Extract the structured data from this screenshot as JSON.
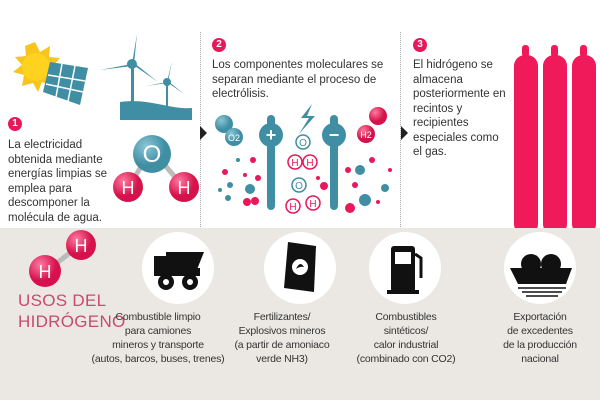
{
  "steps": [
    {
      "number": "1",
      "text": "La electricidad obtenida mediante energías limpias se emplea para descomponer la molécula de agua."
    },
    {
      "number": "2",
      "text": "Los componentes moleculares se separan mediante el proceso de electrólisis."
    },
    {
      "number": "3",
      "text": "El hidrógeno se almacena posteriormente en recintos y recipientes especiales como el gas."
    }
  ],
  "molecule_labels": {
    "oxygen": "O",
    "hydrogen": "H",
    "o2": "O2",
    "h2": "H2",
    "plus": "+",
    "minus": "−"
  },
  "uses": {
    "title_line1": "USOS DEL",
    "title_line2": "HIDRÓGENO",
    "items": [
      {
        "icon": "mining-truck-icon",
        "lines": [
          "Combustible limpio",
          "para camiones",
          "mineros y transporte",
          "(autos, barcos, buses, trenes)"
        ]
      },
      {
        "icon": "fertilizer-bag-icon",
        "lines": [
          "Fertilizantes/",
          "Explosivos mineros",
          "(a partir de amoniaco",
          "verde NH3)"
        ]
      },
      {
        "icon": "fuel-pump-icon",
        "lines": [
          "Combustibles",
          "sintéticos/",
          "calor industrial",
          "(combinado con CO2)"
        ]
      },
      {
        "icon": "gas-tanker-ship-icon",
        "lines": [
          "Exportación",
          "de excedentes",
          "de la producción",
          "nacional"
        ]
      }
    ]
  },
  "colors": {
    "pink": "#e8185a",
    "teal": "#3f8ea3",
    "beige": "#ebe8e3",
    "sun": "#f7c51c"
  }
}
